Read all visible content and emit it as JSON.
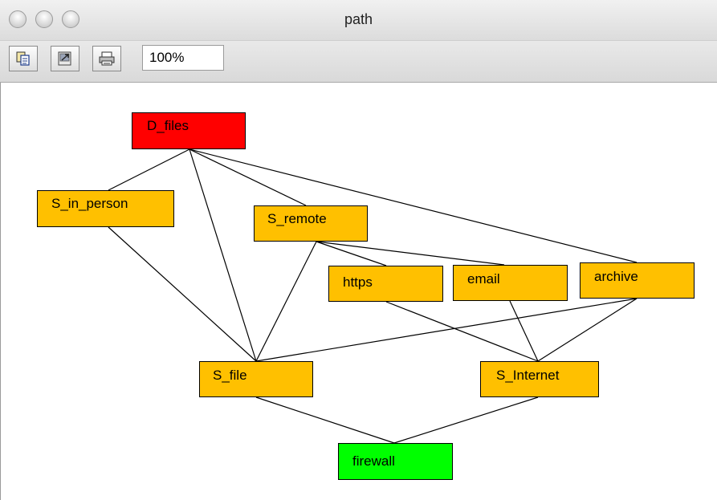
{
  "window": {
    "title": "path"
  },
  "toolbar": {
    "buttons": [
      {
        "name": "copy-button",
        "icon": "copy-icon"
      },
      {
        "name": "export-button",
        "icon": "export-icon"
      },
      {
        "name": "print-button",
        "icon": "printer-icon"
      }
    ],
    "zoom_value": "100%"
  },
  "colors": {
    "red": "#ff0000",
    "orange": "#ffc000",
    "green": "#00ff00"
  },
  "graph": {
    "nodes": [
      {
        "id": "D_files",
        "label": "D_files",
        "color": "#ff0000"
      },
      {
        "id": "S_in_person",
        "label": "S_in_person",
        "color": "#ffc000"
      },
      {
        "id": "S_remote",
        "label": "S_remote",
        "color": "#ffc000"
      },
      {
        "id": "https",
        "label": "https",
        "color": "#ffc000"
      },
      {
        "id": "email",
        "label": "email",
        "color": "#ffc000"
      },
      {
        "id": "archive",
        "label": "archive",
        "color": "#ffc000"
      },
      {
        "id": "S_file",
        "label": "S_file",
        "color": "#ffc000"
      },
      {
        "id": "S_Internet",
        "label": "S_Internet",
        "color": "#ffc000"
      },
      {
        "id": "firewall",
        "label": "firewall",
        "color": "#00ff00"
      }
    ],
    "edges": [
      [
        "D_files",
        "S_in_person"
      ],
      [
        "D_files",
        "S_file"
      ],
      [
        "D_files",
        "S_remote"
      ],
      [
        "D_files",
        "archive"
      ],
      [
        "S_in_person",
        "S_file"
      ],
      [
        "S_remote",
        "S_file"
      ],
      [
        "S_remote",
        "https"
      ],
      [
        "S_remote",
        "email"
      ],
      [
        "archive",
        "S_file"
      ],
      [
        "archive",
        "S_Internet"
      ],
      [
        "https",
        "S_Internet"
      ],
      [
        "email",
        "S_Internet"
      ],
      [
        "S_file",
        "firewall"
      ],
      [
        "S_Internet",
        "firewall"
      ]
    ]
  }
}
